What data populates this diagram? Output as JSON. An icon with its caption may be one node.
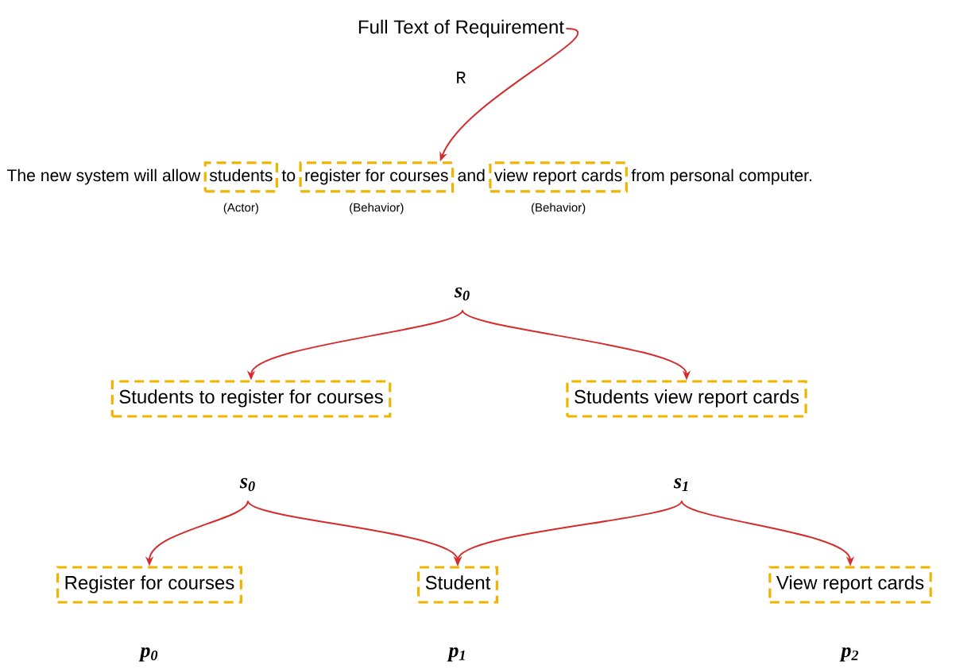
{
  "diagram": {
    "nodes": [
      {
        "text": [
          "Full Text of Requirement"
        ],
        "beside": [
          "R"
        ]
      },
      {
        "text": [
          "students"
        ],
        "beside": [
          "(Actor)"
        ]
      },
      {
        "text": [
          "register for courses"
        ],
        "beside": [
          "(Behavior)"
        ]
      },
      {
        "text": [
          "view report cards"
        ],
        "beside": [
          "(Behavior)"
        ]
      },
      {
        "text": [
          "s$_{0}$"
        ]
      },
      {
        "text": [
          "Students to register for courses"
        ]
      },
      {
        "text": [
          "Students view report cards"
        ]
      },
      {
        "text": [
          "s$_{0}$"
        ]
      },
      {
        "text": [
          "s$_{1}$"
        ]
      },
      {
        "text": [
          "Register for courses"
        ],
        "beside": [
          "p$_{0}$"
        ]
      },
      {
        "text": [
          "Student"
        ],
        "beside": [
          "p$_{1}$"
        ]
      },
      {
        "text": [
          "View report cards"
        ],
        "beside": [
          "p$_{2}$"
        ]
      }
    ],
    "edges": [
      {
        "from": 0,
        "to": 2,
        "arrow": "to"
      },
      {
        "from": 4,
        "to": 5,
        "arrow": "to"
      },
      {
        "from": 4,
        "to": 6,
        "arrow": "to"
      },
      {
        "from": 7,
        "to": 9,
        "arrow": "to"
      },
      {
        "from": 7,
        "to": 10,
        "arrow": "to"
      },
      {
        "from": 8,
        "to": 10,
        "arrow": "to"
      },
      {
        "from": 8,
        "to": 11,
        "arrow": "to"
      }
    ],
    "labels": [
      "The new system will allow",
      "to",
      "and",
      "from personal computer."
    ]
  }
}
